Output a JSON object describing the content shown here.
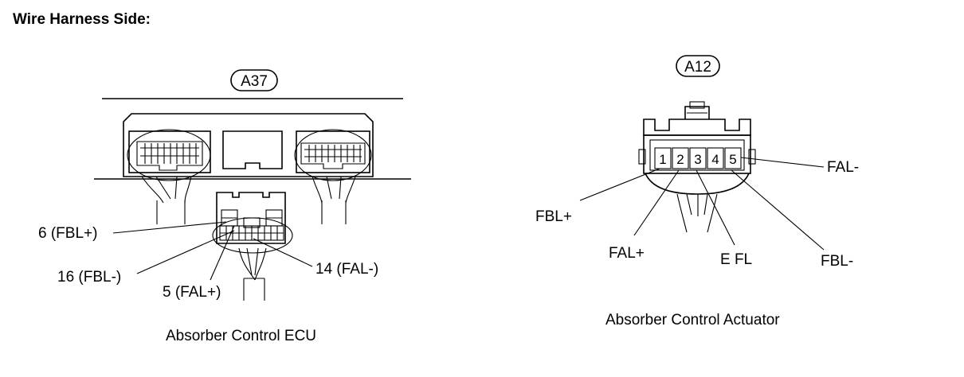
{
  "heading": "Wire Harness Side:",
  "ecu": {
    "tag": "A37",
    "caption": "Absorber Control ECU",
    "callouts": [
      "6 (FBL+)",
      "16 (FBL-)",
      "5 (FAL+)",
      "14 (FAL-)"
    ]
  },
  "actuator": {
    "tag": "A12",
    "caption": "Absorber Control Actuator",
    "pins": [
      "1",
      "2",
      "3",
      "4",
      "5"
    ],
    "callouts": [
      "FAL-",
      "FBL+",
      "FAL+",
      "E FL",
      "FBL-"
    ]
  }
}
